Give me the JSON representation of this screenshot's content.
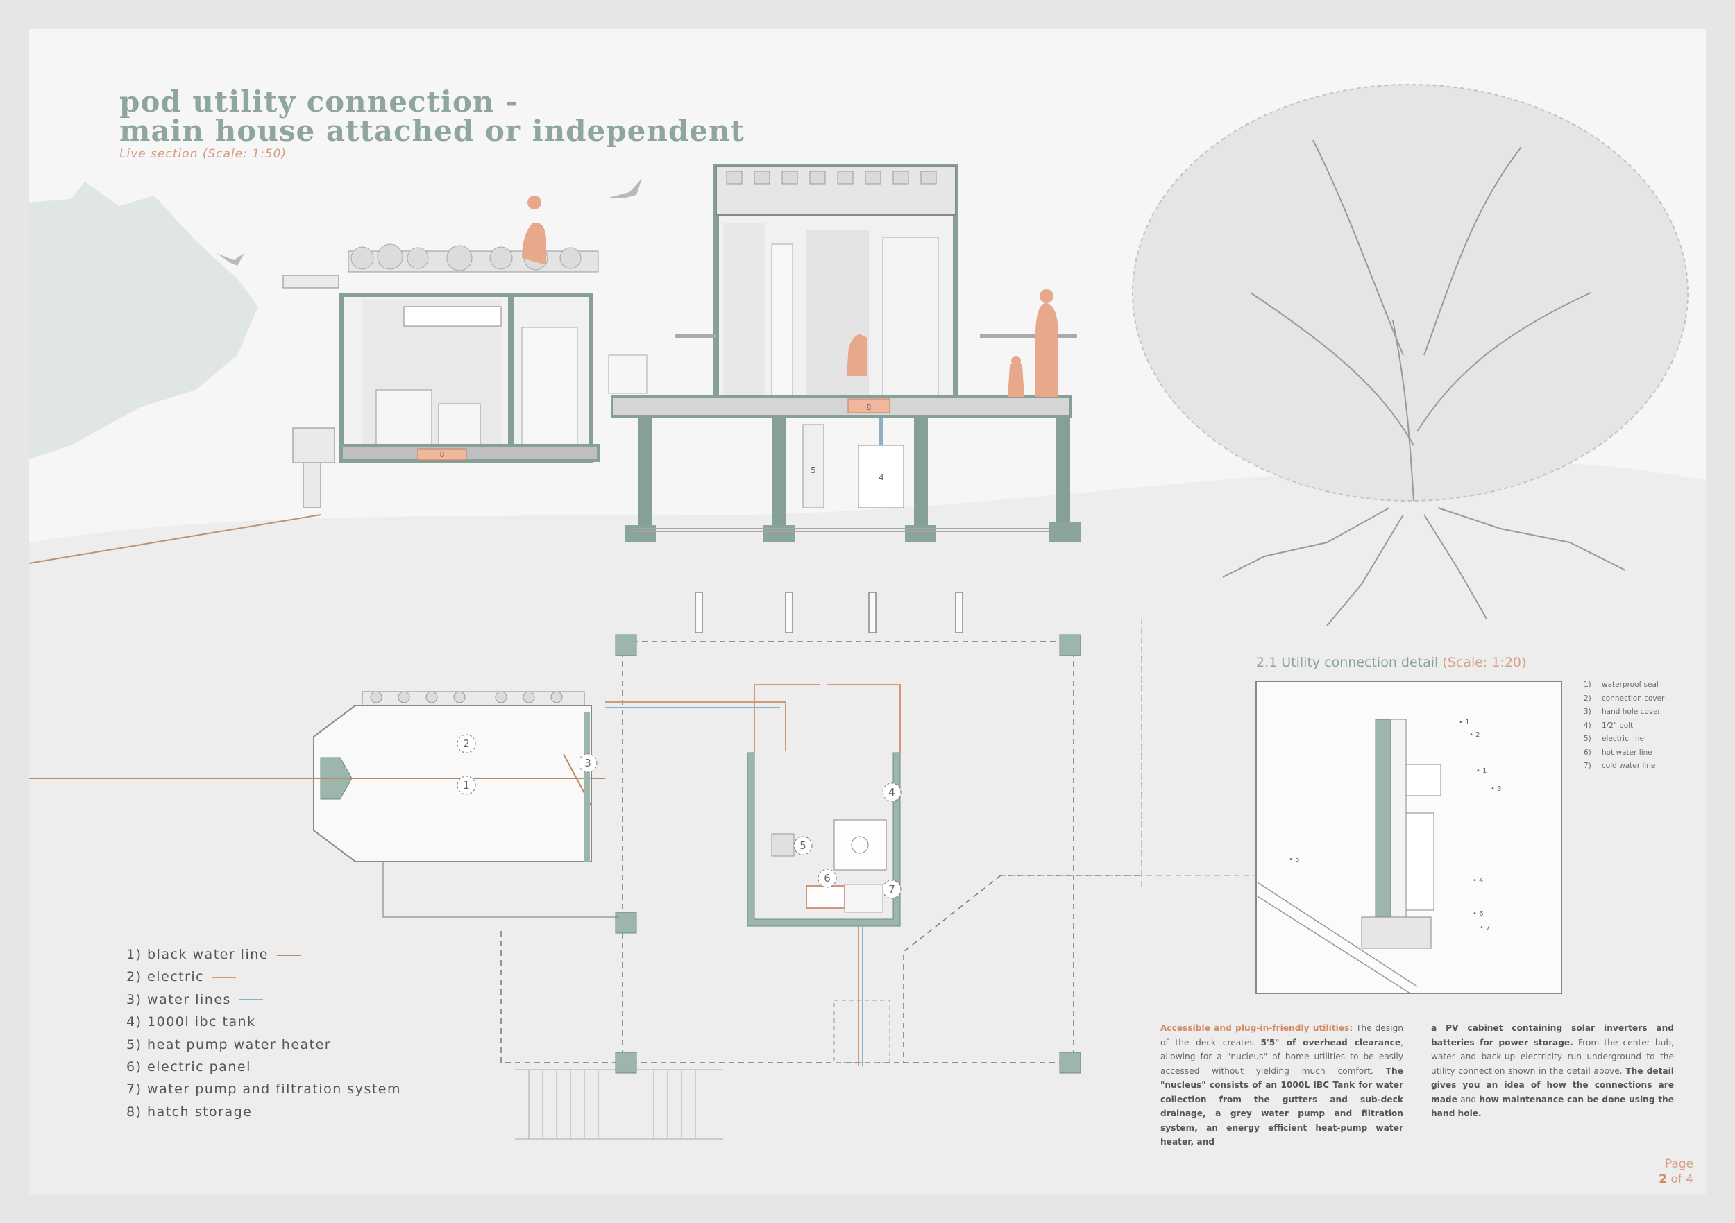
{
  "title": {
    "line1": "pod utility connection -",
    "line2": "main house attached or independent",
    "subtitle": "Live section (Scale: 1:50)"
  },
  "colors": {
    "title_green": "#8fa59f",
    "accent_orange": "#d49a7e",
    "structure_green": "#86a098",
    "black_water": "#b98a63",
    "electric": "#d09a78",
    "water": "#8ab0c8"
  },
  "section_markers": [
    "8",
    "8",
    "5",
    "4"
  ],
  "plan_markers": [
    "1",
    "2",
    "3",
    "4",
    "5",
    "6",
    "7"
  ],
  "legend": [
    {
      "text": "1) black water line",
      "swatch": "#b98a63"
    },
    {
      "text": "2) electric",
      "swatch": "#d09a78"
    },
    {
      "text": "3) water lines",
      "swatch": "#8ab0c8"
    },
    {
      "text": "4) 1000l ibc tank",
      "swatch": ""
    },
    {
      "text": "5) heat pump water heater",
      "swatch": ""
    },
    {
      "text": "6) electric panel",
      "swatch": ""
    },
    {
      "text": "7) water pump and filtration system",
      "swatch": ""
    },
    {
      "text": "8) hatch storage",
      "swatch": ""
    }
  ],
  "detail": {
    "number": "2.1",
    "title": "Utility connection detail",
    "scale": "(Scale: 1:20)",
    "notes": [
      {
        "num": "1)",
        "text": "waterproof seal"
      },
      {
        "num": "2)",
        "text": "connection cover"
      },
      {
        "num": "3)",
        "text": "hand hole cover"
      },
      {
        "num": "4)",
        "text": "1/2\" bolt"
      },
      {
        "num": "5)",
        "text": "electric line"
      },
      {
        "num": "6)",
        "text": "hot water line"
      },
      {
        "num": "7)",
        "text": "cold water line"
      }
    ],
    "callouts": [
      "1",
      "2",
      "1",
      "3",
      "5",
      "4",
      "6",
      "7"
    ]
  },
  "description": {
    "p1_highlight": "Accessible and plug-in-friendly utilities:",
    "p1_a": " The design of the deck creates ",
    "p1_b": "5'5\" of overhead clearance",
    "p1_c": ", allowing for a \"nucleus\" of home utilities to be easily accessed without yielding much comfort. ",
    "p1_d": "The \"nucleus\" consists of an 1000L IBC Tank for water collection from the gutters and sub-deck drainage, a grey water pump and filtration system, an energy efficient heat-pump water heater, and",
    "p2_a": "a PV cabinet containing solar inverters and batteries for power storage.",
    "p2_b": " From the center hub, water and back-up electricity run underground to the utility connection shown in the detail above. ",
    "p2_c": "The detail gives you an idea of how the connections are made",
    "p2_d": " and ",
    "p2_e": "how maintenance can be done using the hand hole."
  },
  "page": {
    "label": "Page",
    "current": "2",
    "of": "of 4"
  }
}
